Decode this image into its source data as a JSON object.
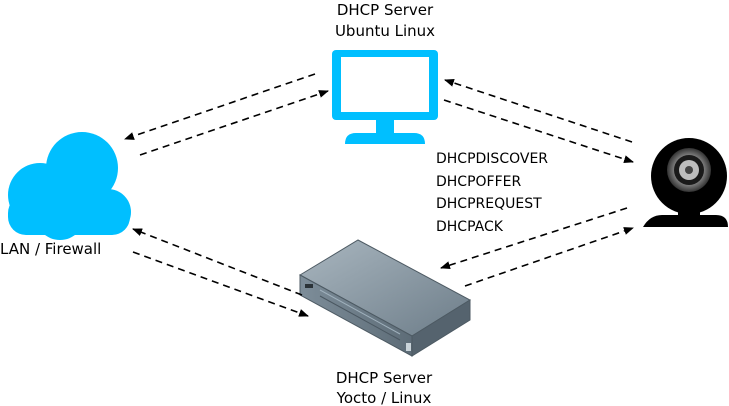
{
  "nodes": {
    "ubuntu_server": {
      "line1": "DHCP Server",
      "line2": "Ubuntu Linux"
    },
    "cloud": {
      "label": "LAN / Firewall"
    },
    "yocto_server": {
      "line1": "DHCP Server",
      "line2": "Yocto / Linux"
    },
    "camera": {}
  },
  "protocol_messages": [
    "DHCPDISCOVER",
    "DHCPOFFER",
    "DHCPREQUEST",
    "DHCPACK"
  ],
  "colors": {
    "monitor": "#00bfff",
    "cloud": "#00bfff",
    "rack_top": "#8a9aa6",
    "rack_front": "#6e7f8c",
    "camera": "#000000"
  }
}
